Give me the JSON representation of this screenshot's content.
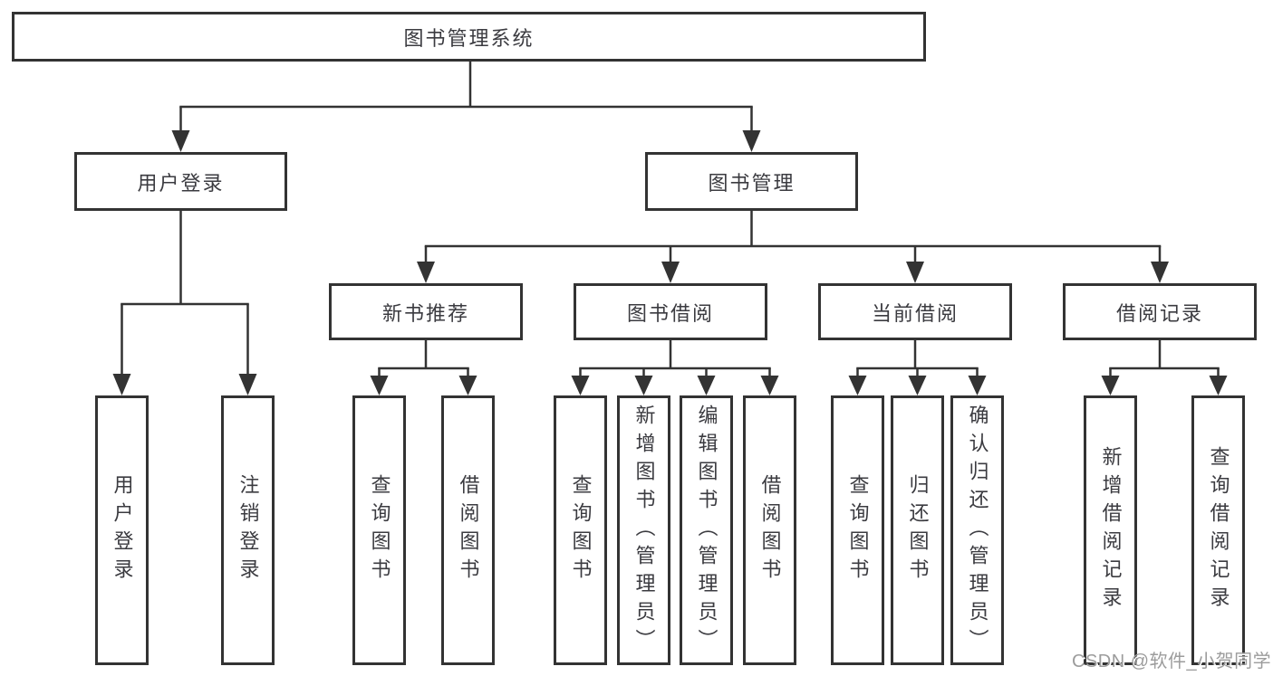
{
  "diagram_type": "hierarchy-tree",
  "colors": {
    "background": "#ffffff",
    "box_border": "#333333",
    "connector_line": "#333333",
    "text": "#3b3b40",
    "watermark_text": "#9c9c9c"
  },
  "watermark": "CSDN @软件_小贺同学",
  "tree": {
    "label": "图书管理系统",
    "children": [
      {
        "label": "用户登录",
        "children": [
          {
            "label": "用户登录"
          },
          {
            "label": "注销登录"
          }
        ]
      },
      {
        "label": "图书管理",
        "children": [
          {
            "label": "新书推荐",
            "children": [
              {
                "label": "查询图书"
              },
              {
                "label": "借阅图书"
              }
            ]
          },
          {
            "label": "图书借阅",
            "children": [
              {
                "label": "查询图书"
              },
              {
                "label": "新增图书（管理员）"
              },
              {
                "label": "编辑图书（管理员）"
              },
              {
                "label": "借阅图书"
              }
            ]
          },
          {
            "label": "当前借阅",
            "children": [
              {
                "label": "查询图书"
              },
              {
                "label": "归还图书"
              },
              {
                "label": "确认归还（管理员）"
              }
            ]
          },
          {
            "label": "借阅记录",
            "children": [
              {
                "label": "新增借阅记录"
              },
              {
                "label": "查询借阅记录"
              }
            ]
          }
        ]
      }
    ]
  }
}
